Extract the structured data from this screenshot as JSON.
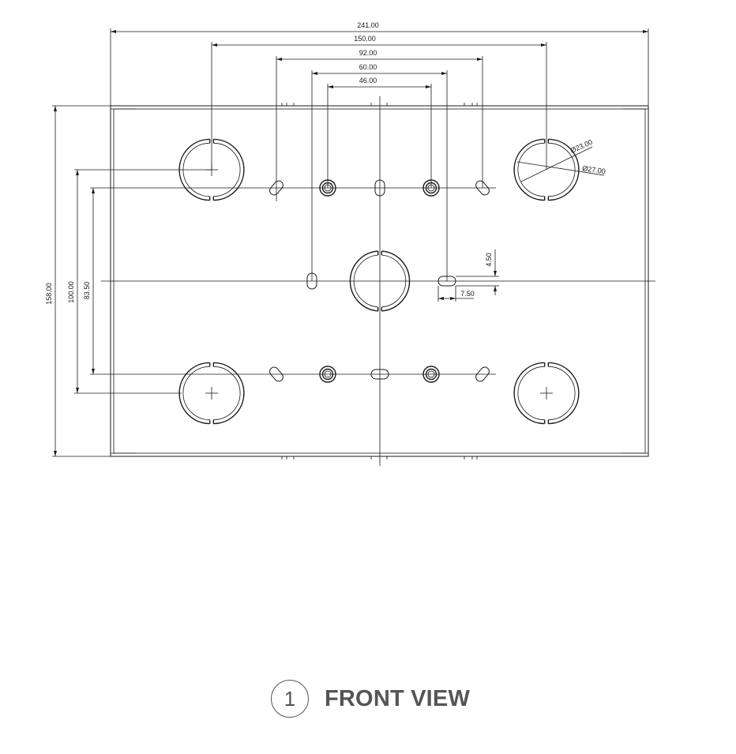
{
  "view": {
    "number": "1",
    "title": "FRONT VIEW"
  },
  "dimensions": {
    "overall_width": "241.00",
    "width_150": "150.00",
    "width_92": "92.00",
    "width_60": "60.00",
    "width_46": "46.00",
    "overall_height": "158.00",
    "height_100": "100.00",
    "height_83_5": "83.50",
    "slot_height": "4.50",
    "slot_width": "7.50",
    "inner_diameter": "Ø23.00",
    "outer_diameter": "Ø27.00"
  },
  "colors": {
    "line": "#1a1a1a",
    "caption": "#555555"
  }
}
